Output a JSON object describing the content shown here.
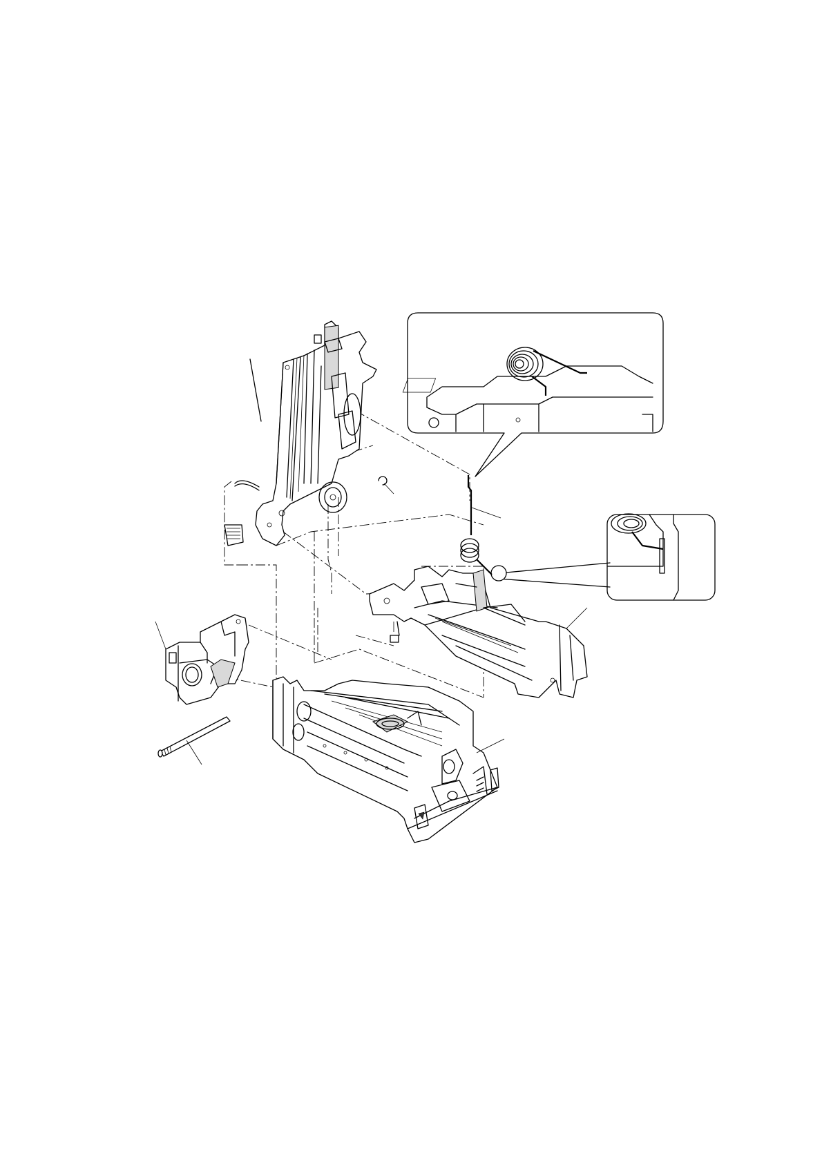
{
  "figure": {
    "parts": [
      {
        "id": "print-head-frame"
      },
      {
        "id": "snap-ring"
      },
      {
        "id": "torsion-spring"
      },
      {
        "id": "paper-guide-unit"
      },
      {
        "id": "left-side-frame"
      },
      {
        "id": "shaft"
      },
      {
        "id": "main-mechanism-base"
      }
    ],
    "callouts": [
      {
        "id": "spring-install-detail-top"
      },
      {
        "id": "spring-hook-detail-right"
      },
      {
        "id": "reference-circle"
      }
    ]
  }
}
